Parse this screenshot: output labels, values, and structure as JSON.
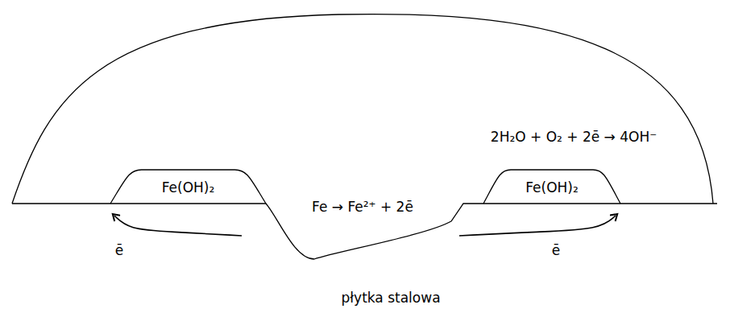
{
  "diagram": {
    "nodes": [
      {
        "text": [
          "Fe(OH)₂"
        ]
      },
      {
        "text": [
          "Fe(OH)₂"
        ]
      }
    ],
    "labels": [
      "2H₂O + O₂ + 2ē → 4OH⁻",
      "Fe → Fe²⁺ + 2ē",
      "ē",
      "ē",
      "płytka stalowa"
    ]
  }
}
